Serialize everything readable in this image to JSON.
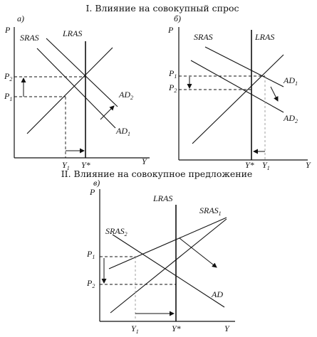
{
  "headings": {
    "demand": "I. Влияние на совокупный спрос",
    "supply": "II. Влияние на совокупное предложение"
  },
  "panel_a": {
    "tag": "а)",
    "p_axis": "P",
    "y_axis": "Y",
    "sras": "SRAS",
    "lras": "LRAS",
    "ad_new": "AD",
    "ad_new_sub": "2",
    "ad_old": "AD",
    "ad_old_sub": "1",
    "p_high": "P",
    "p_high_sub": "2",
    "p_low": "P",
    "p_low_sub": "1",
    "y_low": "Y",
    "y_low_sub": "1",
    "y_star": "Y*"
  },
  "panel_b": {
    "tag": "б)",
    "p_axis": "P",
    "y_axis": "Y",
    "sras": "SRAS",
    "lras": "LRAS",
    "ad_old": "AD",
    "ad_old_sub": "1",
    "ad_new": "AD",
    "ad_new_sub": "2",
    "p_high": "P",
    "p_high_sub": "1",
    "p_low": "P",
    "p_low_sub": "2",
    "y_star": "Y*",
    "y_high": "Y",
    "y_high_sub": "1"
  },
  "panel_c": {
    "tag": "в)",
    "p_axis": "P",
    "y_axis": "Y",
    "lras": "LRAS",
    "sras_old": "SRAS",
    "sras_old_sub": "1",
    "sras_new": "SRAS",
    "sras_new_sub": "2",
    "ad": "AD",
    "p_high": "P",
    "p_high_sub": "1",
    "p_low": "P",
    "p_low_sub": "2",
    "y_low": "Y",
    "y_low_sub": "1",
    "y_star": "Y*"
  }
}
